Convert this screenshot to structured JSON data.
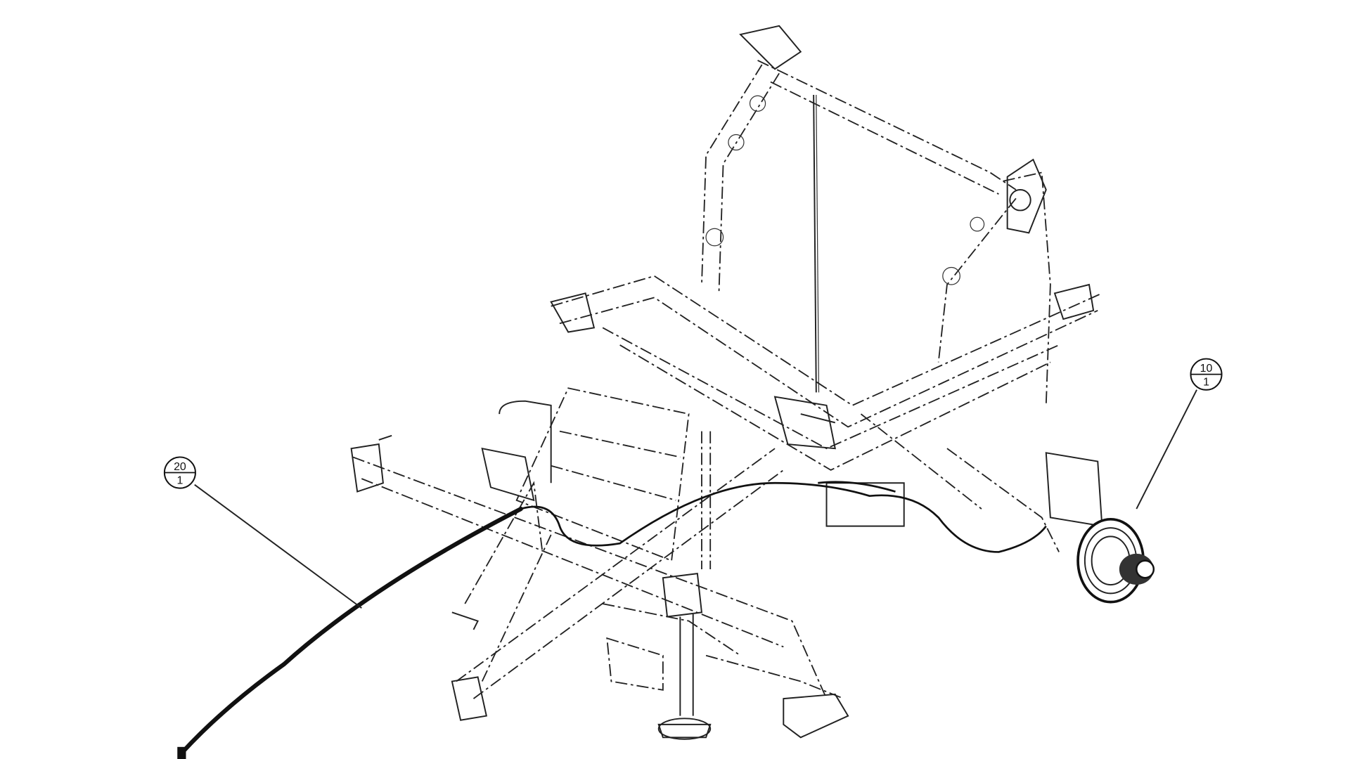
{
  "diagram": {
    "type": "exploded-parts-view",
    "callouts": [
      {
        "item": "20",
        "quantity": "1",
        "part": "cable-harness"
      },
      {
        "item": "10",
        "quantity": "1",
        "part": "wheel-hub"
      }
    ]
  }
}
